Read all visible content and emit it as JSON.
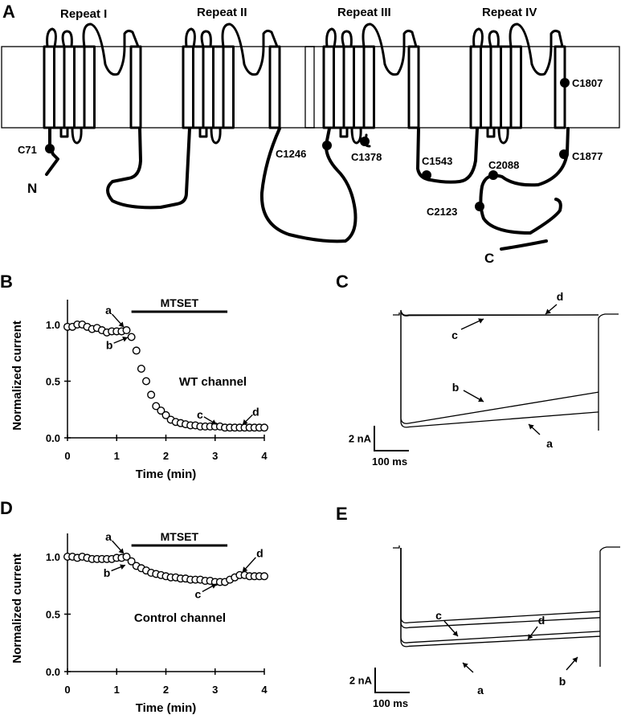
{
  "figure": {
    "panels": {
      "A": {
        "label": "A",
        "repeats": [
          "Repeat I",
          "Repeat II",
          "Repeat III",
          "Repeat IV"
        ],
        "cysteines": [
          "C71",
          "C1246",
          "C1378",
          "C1543",
          "C1807",
          "C1877",
          "C2088",
          "C2123"
        ],
        "termini": {
          "n": "N",
          "c": "C"
        }
      },
      "B": {
        "label": "B"
      },
      "C": {
        "label": "C"
      },
      "D": {
        "label": "D"
      },
      "E": {
        "label": "E"
      }
    }
  },
  "chart_data": [
    {
      "panel": "B",
      "type": "scatter",
      "title": "",
      "xlabel": "Time (min)",
      "ylabel": "Normalized current",
      "xlim": [
        0,
        4
      ],
      "ylim": [
        0,
        1.2
      ],
      "xticks": [
        "0",
        "1",
        "2",
        "3",
        "4"
      ],
      "yticks": [
        "0.0",
        "0.5",
        "1.0"
      ],
      "bar_label": "MTSET",
      "bar_range": [
        1.3,
        3.25
      ],
      "annotation": "WT channel",
      "markers": [
        {
          "label": "a",
          "x": 1.2,
          "y": 0.95
        },
        {
          "label": "b",
          "x": 1.3,
          "y": 0.9
        },
        {
          "label": "c",
          "x": 3.1,
          "y": 0.1
        },
        {
          "label": "d",
          "x": 3.5,
          "y": 0.09
        }
      ],
      "x": [
        0.0,
        0.1,
        0.2,
        0.3,
        0.4,
        0.5,
        0.6,
        0.7,
        0.8,
        0.9,
        1.0,
        1.1,
        1.2,
        1.3,
        1.4,
        1.5,
        1.6,
        1.7,
        1.8,
        1.9,
        2.0,
        2.1,
        2.2,
        2.3,
        2.4,
        2.5,
        2.6,
        2.7,
        2.8,
        2.9,
        3.0,
        3.1,
        3.2,
        3.3,
        3.4,
        3.5,
        3.6,
        3.7,
        3.8,
        3.9,
        4.0
      ],
      "values": [
        0.98,
        0.98,
        1.0,
        1.0,
        0.98,
        0.96,
        0.97,
        0.95,
        0.93,
        0.94,
        0.94,
        0.94,
        0.95,
        0.89,
        0.77,
        0.61,
        0.5,
        0.38,
        0.28,
        0.24,
        0.2,
        0.16,
        0.14,
        0.13,
        0.12,
        0.11,
        0.11,
        0.1,
        0.1,
        0.1,
        0.1,
        0.1,
        0.09,
        0.09,
        0.09,
        0.09,
        0.09,
        0.09,
        0.09,
        0.09,
        0.09
      ]
    },
    {
      "panel": "C",
      "type": "line",
      "title": "Current traces, WT channel",
      "scale_bar": {
        "y": "2 nA",
        "x": "100 ms"
      },
      "series": [
        {
          "name": "a",
          "start_nA": -9.0,
          "end_nA": -7.8
        },
        {
          "name": "b",
          "start_nA": -8.7,
          "end_nA": -6.2
        },
        {
          "name": "c",
          "start_nA": -0.05,
          "end_nA": 0.0
        },
        {
          "name": "d",
          "start_nA": 0.0,
          "end_nA": 0.0
        }
      ]
    },
    {
      "panel": "D",
      "type": "scatter",
      "title": "",
      "xlabel": "Time (min)",
      "ylabel": "Normalized current",
      "xlim": [
        0,
        4
      ],
      "ylim": [
        0,
        1.2
      ],
      "xticks": [
        "0",
        "1",
        "2",
        "3",
        "4"
      ],
      "yticks": [
        "0.0",
        "0.5",
        "1.0"
      ],
      "bar_label": "MTSET",
      "bar_range": [
        1.3,
        3.25
      ],
      "annotation": "Control channel",
      "markers": [
        {
          "label": "a",
          "x": 1.2,
          "y": 1.0
        },
        {
          "label": "b",
          "x": 1.25,
          "y": 0.94
        },
        {
          "label": "c",
          "x": 3.1,
          "y": 0.78
        },
        {
          "label": "d",
          "x": 3.5,
          "y": 0.84
        }
      ],
      "x": [
        0.0,
        0.1,
        0.2,
        0.3,
        0.4,
        0.5,
        0.6,
        0.7,
        0.8,
        0.9,
        1.0,
        1.1,
        1.2,
        1.3,
        1.4,
        1.5,
        1.6,
        1.7,
        1.8,
        1.9,
        2.0,
        2.1,
        2.2,
        2.3,
        2.4,
        2.5,
        2.6,
        2.7,
        2.8,
        2.9,
        3.0,
        3.1,
        3.2,
        3.3,
        3.4,
        3.5,
        3.6,
        3.7,
        3.8,
        3.9,
        4.0
      ],
      "values": [
        1.0,
        1.0,
        0.99,
        1.0,
        0.99,
        0.98,
        0.98,
        0.98,
        0.98,
        0.98,
        0.99,
        0.99,
        1.0,
        0.96,
        0.92,
        0.9,
        0.88,
        0.86,
        0.85,
        0.84,
        0.83,
        0.82,
        0.82,
        0.81,
        0.81,
        0.8,
        0.8,
        0.8,
        0.79,
        0.79,
        0.78,
        0.78,
        0.78,
        0.8,
        0.82,
        0.84,
        0.84,
        0.83,
        0.83,
        0.83,
        0.83
      ]
    },
    {
      "panel": "E",
      "type": "line",
      "title": "Current traces, control channel",
      "scale_bar": {
        "y": "2 nA",
        "x": "100 ms"
      },
      "series": [
        {
          "name": "a",
          "start_nA": -7.9,
          "end_nA": -7.1
        },
        {
          "name": "b",
          "start_nA": -7.6,
          "end_nA": -6.7
        },
        {
          "name": "c",
          "start_nA": -6.0,
          "end_nA": -5.1
        },
        {
          "name": "d",
          "start_nA": -6.4,
          "end_nA": -5.6
        }
      ]
    }
  ]
}
